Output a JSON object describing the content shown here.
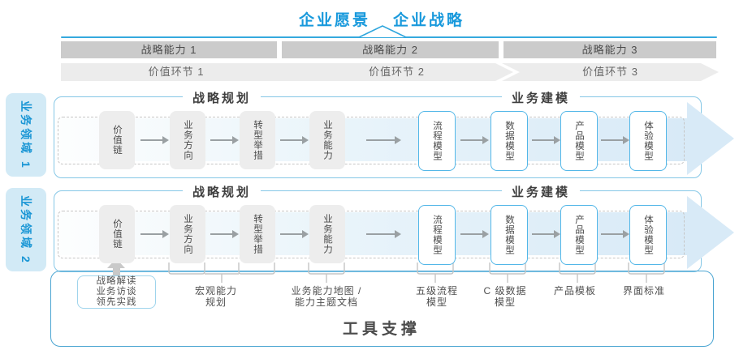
{
  "header": {
    "vision": "企业愿景",
    "strategy": "企业战略",
    "capabilities": [
      "战略能力 1",
      "战略能力 2",
      "战略能力 3"
    ],
    "value_links": [
      "价值环节 1",
      "价值环节 2",
      "价值环节 3"
    ]
  },
  "domains": [
    {
      "label": "业务领域 1"
    },
    {
      "label": "业务领域 2"
    }
  ],
  "panel": {
    "planning_title": "战略规划",
    "modeling_title": "业务建模",
    "planning_boxes": [
      "价值链",
      "业务方向",
      "转型举措",
      "业务能力"
    ],
    "modeling_boxes": [
      "流程模型",
      "数据模型",
      "产品模型",
      "体验模型"
    ]
  },
  "tools": {
    "title": "工具支撑",
    "callout_lines": [
      "战略解读",
      "业务访谈",
      "领先实践"
    ],
    "labels": [
      {
        "lines": [
          "宏观能力",
          "规划"
        ]
      },
      {
        "lines": [
          "业务能力地图 /",
          "能力主题文档"
        ]
      },
      {
        "lines": [
          "五级流程",
          "模型"
        ]
      },
      {
        "lines": [
          "C 级数据",
          "模型"
        ]
      },
      {
        "lines": [
          "产品模板"
        ]
      },
      {
        "lines": [
          "界面标准"
        ]
      }
    ]
  },
  "colors": {
    "accent_blue": "#1899dc",
    "panel_border": "#85c7e6",
    "frame_border": "#4ba5d2",
    "band_fill": "#d8eaf7",
    "cap_bar": "#cbcbcb",
    "chevron_bar": "#ececec",
    "gray_box": "#ededed",
    "blue_box_border": "#53b7e8"
  }
}
